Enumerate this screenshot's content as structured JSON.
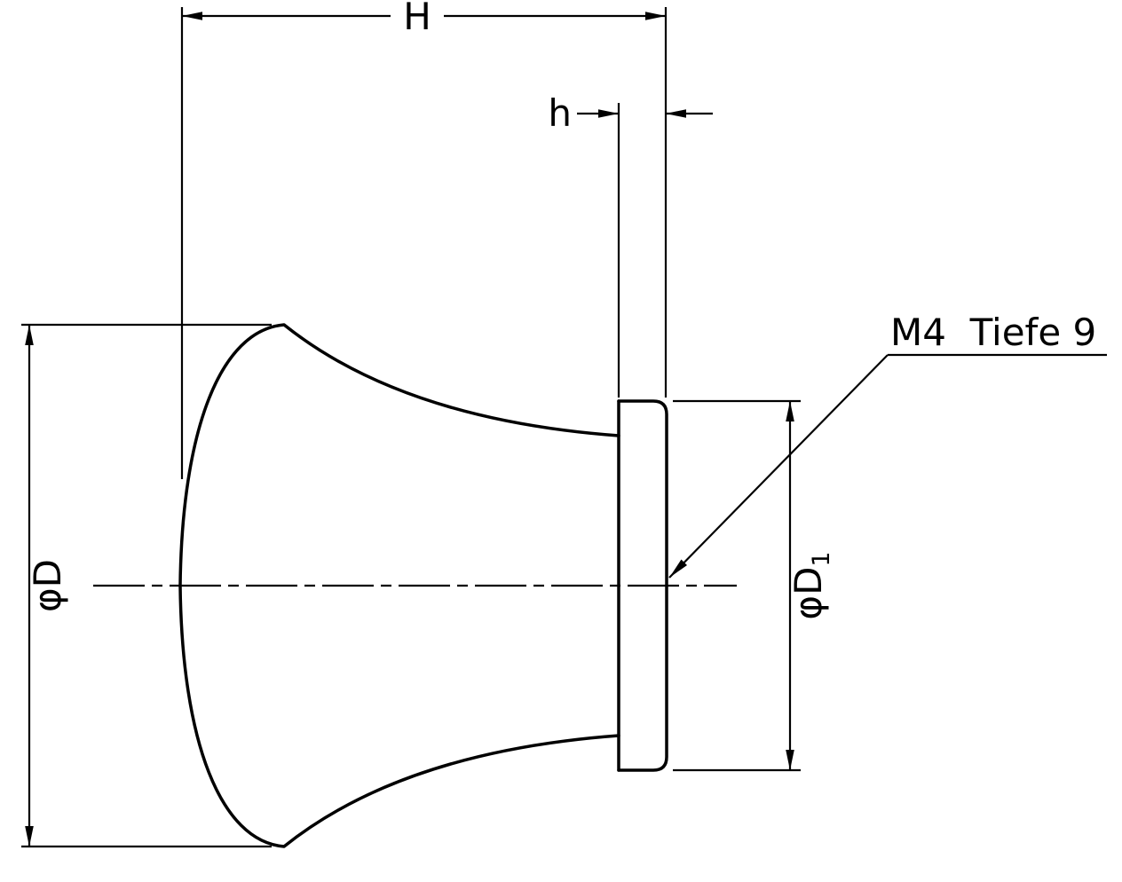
{
  "drawing": {
    "labels": {
      "overall_length": "H",
      "flange_thickness": "h",
      "knob_diameter": "φD",
      "flange_diameter_main": "φD",
      "flange_diameter_sub": "1",
      "thread_note": "M4  Tiefe 9"
    },
    "colors": {
      "line": "#000000",
      "background": "#ffffff"
    }
  }
}
